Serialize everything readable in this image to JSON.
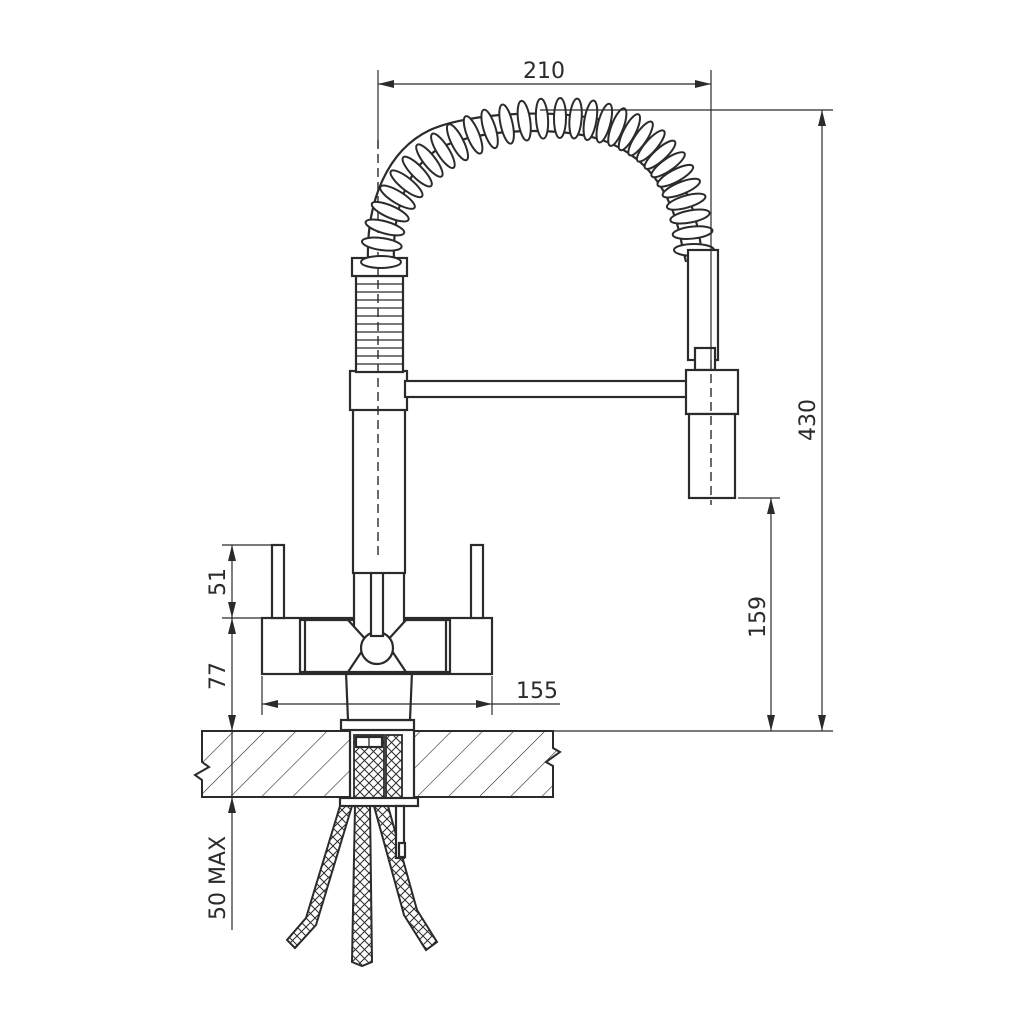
{
  "drawing": {
    "dimensions": {
      "width_top": "210",
      "total_height": "430",
      "spout_height": "159",
      "lever_height": "51",
      "body_height": "77",
      "body_width": "155",
      "deck_thickness": "50 MAX"
    },
    "colors": {
      "line": "#2b2b2b",
      "background": "#ffffff"
    }
  }
}
